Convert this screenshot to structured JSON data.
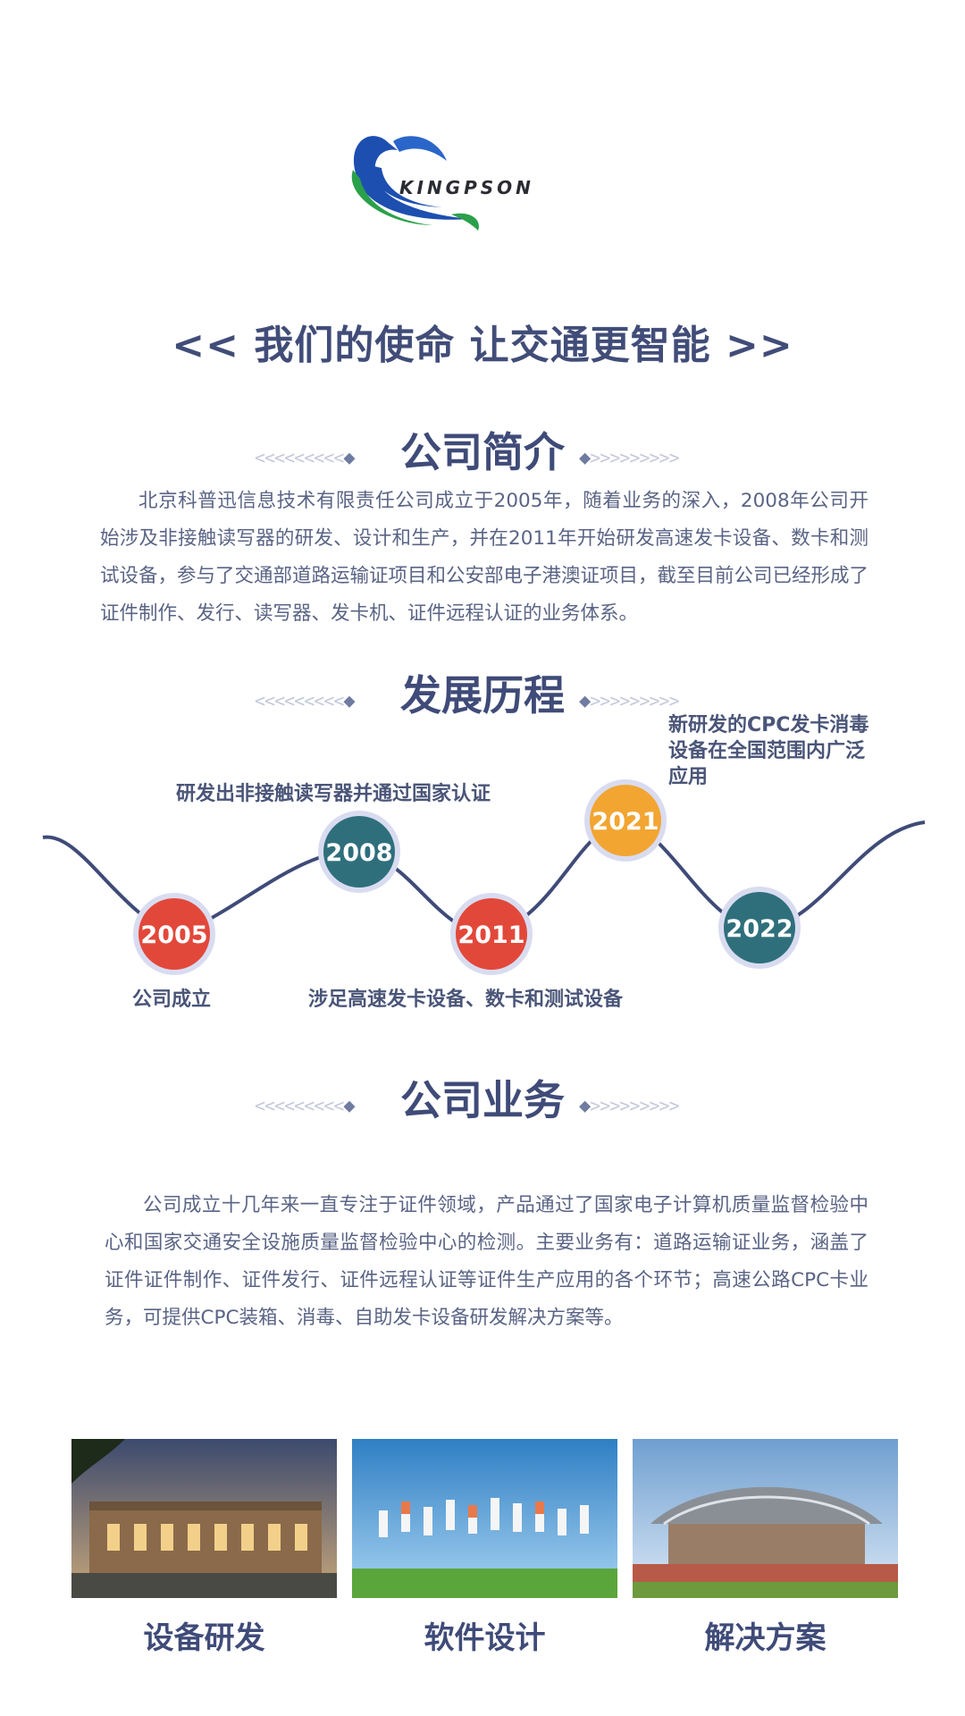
{
  "brand": {
    "name": "KINGPSON"
  },
  "mission": "<< 我们的使命 让交通更智能 >>",
  "sections": {
    "intro": {
      "title": "公司简介",
      "text": "北京科普迅信息技术有限责任公司成立于2005年，随着业务的深入，2008年公司开始涉及非接触读写器的研发、设计和生产，并在2011年开始研发高速发卡设备、数卡和测试设备，参与了交通部道路运输证项目和公安部电子港澳证项目，截至目前公司已经形成了证件制作、发行、读写器、发卡机、证件远程认证的业务体系。"
    },
    "history": {
      "title": "发展历程",
      "milestones": [
        {
          "year": "2005",
          "text": "公司成立"
        },
        {
          "year": "2008",
          "text": "研发出非接触读写器并通过国家认证"
        },
        {
          "year": "2011",
          "text": "涉足高速发卡设备、数卡和测试设备"
        },
        {
          "year": "2021",
          "text": "新研发的CPC发卡消毒设备在全国范围内广泛应用"
        },
        {
          "year": "2022",
          "text": ""
        }
      ]
    },
    "business": {
      "title": "公司业务",
      "text": "公司成立十几年来一直专注于证件领域，产品通过了国家电子计算机质量监督检验中心和国家交通安全设施质量监督检验中心的检测。主要业务有：道路运输证业务，涵盖了证件证件制作、证件发行、证件远程认证等证件生产应用的各个环节；高速公路CPC卡业务，可提供CPC装箱、消毒、自助发卡设备研发解决方案等。"
    }
  },
  "cards": [
    {
      "label": "设备研发",
      "icon": "building-photo"
    },
    {
      "label": "软件设计",
      "icon": "jumping-people-photo"
    },
    {
      "label": "解决方案",
      "icon": "stadium-photo"
    }
  ],
  "deco": {
    "left": "<<<<<<<<<",
    "right": ">>>>>>>>>",
    "diamond": "◆"
  },
  "colors": {
    "heading": "#3f4b78",
    "red": "#e2483a",
    "teal": "#2f6f7c",
    "gold": "#f2a531",
    "line": "#3f4b78"
  }
}
